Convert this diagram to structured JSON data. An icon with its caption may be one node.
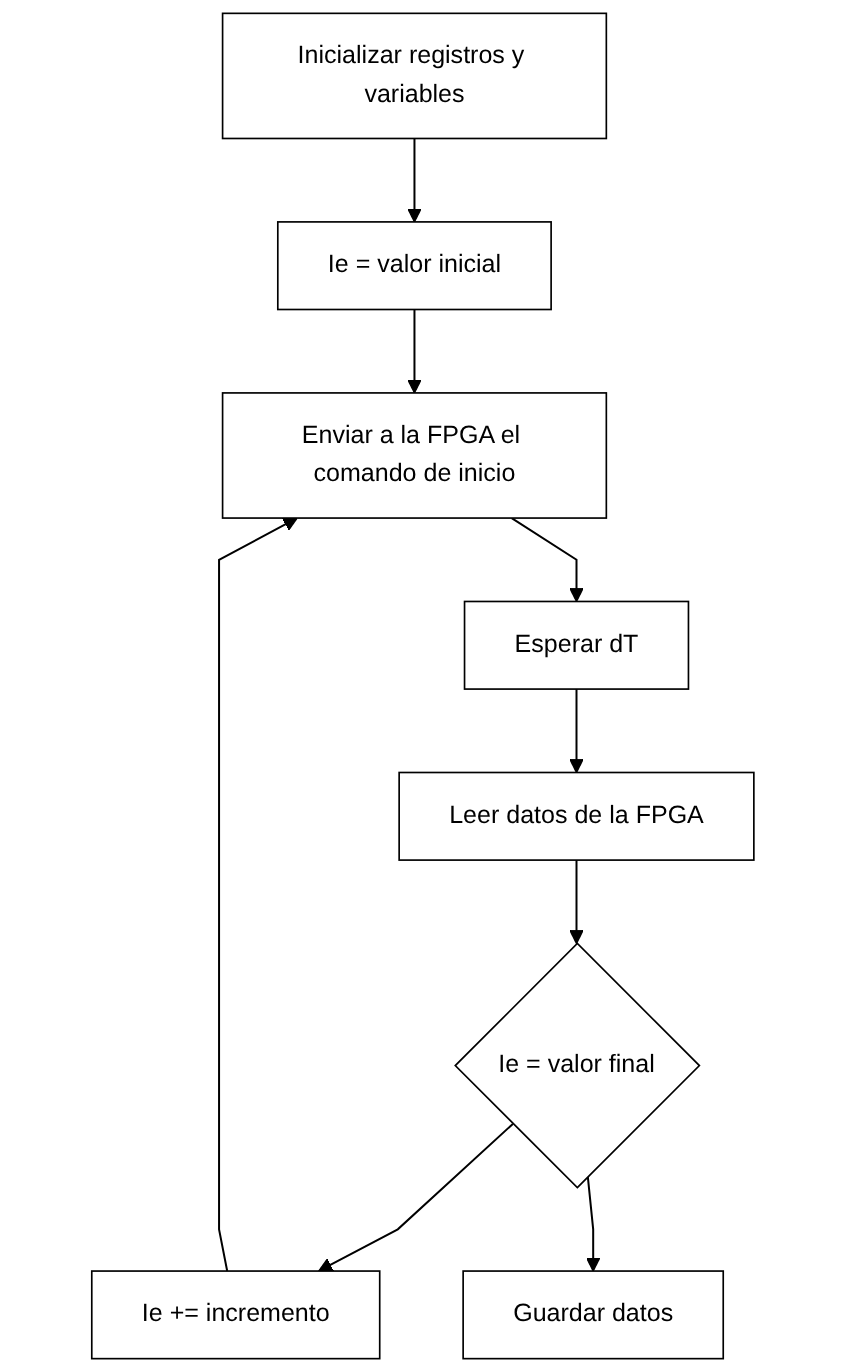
{
  "diagram": {
    "nodes": [
      {
        "text": [
          "Inicializar registros y variables"
        ]
      },
      {
        "text": [
          "Ie = valor inicial"
        ]
      },
      {
        "text": [
          "Enviar a la FPGA el comando de inicio"
        ]
      },
      {
        "text": [
          "Esperar dT"
        ]
      },
      {
        "text": [
          "Ie += incremento"
        ]
      },
      {
        "text": [
          "Leer datos de la FPGA"
        ]
      },
      {
        "text": [
          "Ie = valor final"
        ]
      },
      {
        "text": [
          "Guardar datos"
        ]
      }
    ],
    "edges": [
      {
        "from": 0,
        "to": 1,
        "arrow": "to"
      },
      {
        "from": 1,
        "to": 2,
        "arrow": "to"
      },
      {
        "from": 2,
        "to": 3,
        "arrow": "to"
      },
      {
        "from": 3,
        "to": 5,
        "arrow": "to"
      },
      {
        "from": 5,
        "to": 6,
        "arrow": "to"
      },
      {
        "from": 6,
        "to": 4,
        "arrow": "to"
      },
      {
        "from": 4,
        "to": 2,
        "arrow": "to"
      },
      {
        "from": 6,
        "to": 7,
        "arrow": "to"
      }
    ]
  }
}
